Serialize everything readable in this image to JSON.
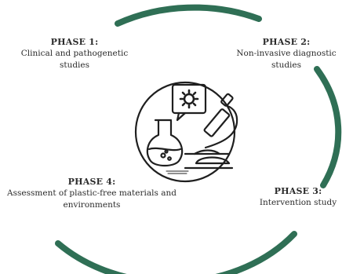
{
  "diagram": {
    "ring_color": "#2f6f55",
    "line_color": "#1f1f1f",
    "center_icon": "laboratory-microscope-flask-chemistry-icon",
    "phases": [
      {
        "title": "PHASE 1:",
        "description": "Clinical and pathogenetic studies"
      },
      {
        "title": "PHASE 2:",
        "description": "Non-invasive diagnostic studies"
      },
      {
        "title": "PHASE 3:",
        "description": "Intervention study"
      },
      {
        "title": "PHASE 4:",
        "description": "Assessment of plastic-free materials and environments"
      }
    ]
  }
}
